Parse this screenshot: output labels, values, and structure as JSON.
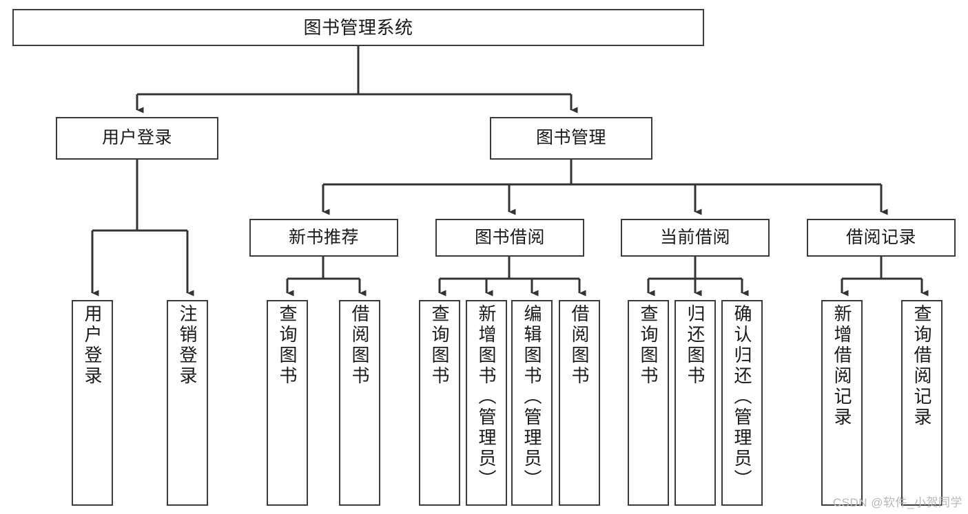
{
  "diagram": {
    "type": "tree-hierarchy-chart",
    "title": "图书管理系统",
    "orientation": "top-down",
    "colors": {
      "box_border": "#3a3a3a",
      "box_fill": "#ffffff",
      "connector": "#333333",
      "text": "#1a1a1a",
      "watermark": "#b8b8b8"
    },
    "root": {
      "label": "图书管理系统",
      "level": 0
    },
    "level1": [
      {
        "label": "用户登录",
        "level": 1
      },
      {
        "label": "图书管理",
        "level": 1
      }
    ],
    "level2": [
      {
        "label": "新书推荐",
        "level": 2,
        "parent": "图书管理"
      },
      {
        "label": "图书借阅",
        "level": 2,
        "parent": "图书管理"
      },
      {
        "label": "当前借阅",
        "level": 2,
        "parent": "图书管理"
      },
      {
        "label": "借阅记录",
        "level": 2,
        "parent": "图书管理"
      }
    ],
    "leaves": {
      "user_login": [
        {
          "label": "用户登录",
          "parent": "用户登录"
        },
        {
          "label": "注销登录",
          "parent": "用户登录"
        }
      ],
      "new_book": [
        {
          "label": "查询图书",
          "parent": "新书推荐"
        },
        {
          "label": "借阅图书",
          "parent": "新书推荐"
        }
      ],
      "borrow": [
        {
          "label": "查询图书",
          "parent": "图书借阅"
        },
        {
          "label": "新增图书（管理员）",
          "parent": "图书借阅"
        },
        {
          "label": "编辑图书（管理员）",
          "parent": "图书借阅"
        },
        {
          "label": "借阅图书",
          "parent": "图书借阅"
        }
      ],
      "current": [
        {
          "label": "查询图书",
          "parent": "当前借阅"
        },
        {
          "label": "归还图书",
          "parent": "当前借阅"
        },
        {
          "label": "确认归还（管理员）",
          "parent": "当前借阅"
        }
      ],
      "records": [
        {
          "label": "新增借阅记录",
          "parent": "借阅记录"
        },
        {
          "label": "查询借阅记录",
          "parent": "借阅记录"
        }
      ]
    },
    "watermark": "CSDN @软件_小贺同学"
  }
}
